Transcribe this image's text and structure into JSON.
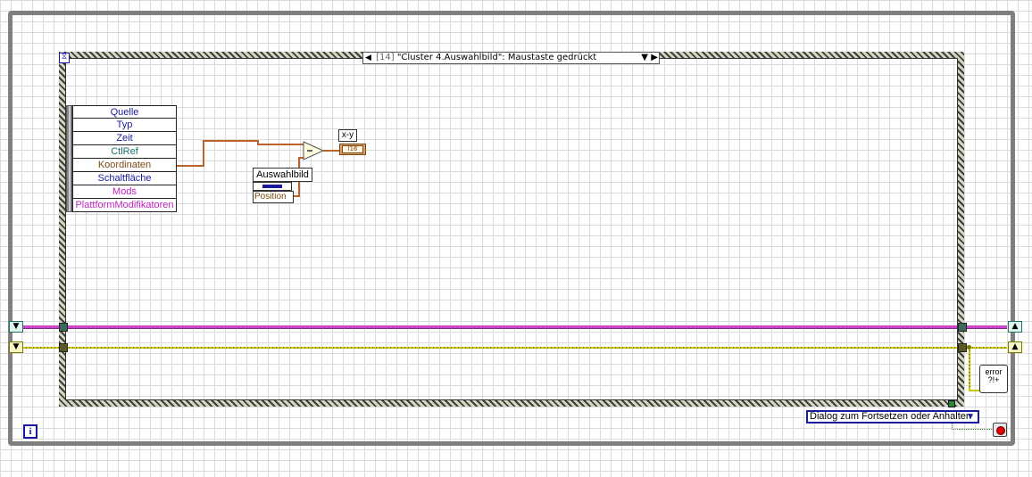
{
  "event_structure": {
    "selector": {
      "index": "[14]",
      "label": "\"Cluster 4.Auswahlbild\": Maustaste gedrückt",
      "left_arrow": "◀",
      "right_arrow": "▶",
      "dropdown_arrow": "▼"
    },
    "event_data_node": [
      {
        "label": "Quelle",
        "color": "#1a1aa0"
      },
      {
        "label": "Typ",
        "color": "#1a1aa0"
      },
      {
        "label": "Zeit",
        "color": "#1a1aa0"
      },
      {
        "label": "CtlRef",
        "color": "#207070"
      },
      {
        "label": "Koordinaten",
        "color": "#7a4a10"
      },
      {
        "label": "Schaltfläche",
        "color": "#1a1aa0"
      },
      {
        "label": "Mods",
        "color": "#c020c0"
      },
      {
        "label": "PlattformModifikatoren",
        "color": "#c020c0"
      }
    ]
  },
  "property_node": {
    "control": "Auswahlbild",
    "property": "Position"
  },
  "xy_indicator": {
    "label": "x-y",
    "terminal": "I16"
  },
  "error_handler": {
    "text": "error ?!+"
  },
  "dialog_enum": {
    "value": "Dialog zum Fortsetzen oder Anhalten"
  },
  "iteration_terminal": {
    "label": "i"
  },
  "colors": {
    "loop_border": "#7f7f7f",
    "orange_wire": "#b8642a",
    "pink_wire": "#cc44cc",
    "yellow_wire": "#c8c800",
    "enum_blue": "#1a1aa0",
    "stop_red": "#e00000"
  }
}
